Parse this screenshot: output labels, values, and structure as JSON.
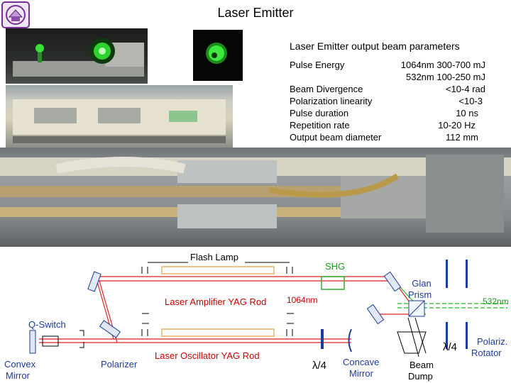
{
  "page_title": "Laser Emitter",
  "params": {
    "title": "Laser Emitter output beam parameters",
    "pulse_energy_label": "Pulse Energy",
    "pulse_energy_value_1": "1064nm 300-700 mJ",
    "pulse_energy_value_2": "532nm 100-250 mJ",
    "divergence_label": "Beam Divergence",
    "divergence_value": "<10-4 rad",
    "polarization_label": "Polarization linearity",
    "polarization_value": "<10-3",
    "duration_label": "Pulse duration",
    "duration_value": "10 ns",
    "rate_label": "Repetition rate",
    "rate_value": "10-20 Hz",
    "diameter_label": "Output beam diameter",
    "diameter_value": "112 mm"
  },
  "diagram": {
    "flash_lamp": "Flash Lamp",
    "shg": "SHG",
    "amplifier": "Laser Amplifier YAG Rod",
    "nm1064": "1064nm",
    "glan_prism_1": "Glan",
    "glan_prism_2": "Prism",
    "nm532": "532nm",
    "qswitch": "Q-Switch",
    "convex_1": "Convex",
    "convex_2": "Mirror",
    "polarizer": "Polarizer",
    "oscillator": "Laser Oscillator YAG Rod",
    "quarter_wave_1": "λ/4",
    "concave_1": "Concave",
    "concave_2": "Mirror",
    "beam_dump_1": "Beam",
    "beam_dump_2": "Dump",
    "quarter_wave_2": "λ/4",
    "rotator_1": "Polariz.",
    "rotator_2": "Rotator"
  },
  "colors": {
    "beam_red": "#dd2222",
    "beam_green": "#22bb22",
    "optic_blue": "#1e3c9a",
    "shg_box": "#33aa33",
    "rod_orange": "#e8b060"
  }
}
